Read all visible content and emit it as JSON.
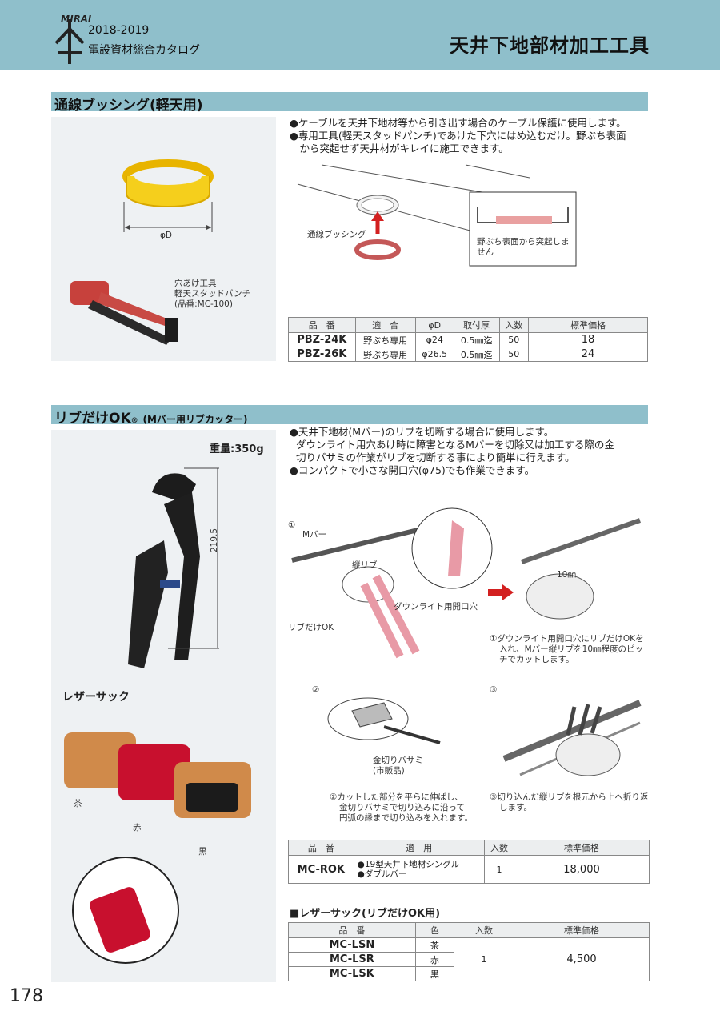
{
  "header": {
    "logo_text": "MIRAI",
    "years": "2018-2019",
    "catalog_name": "電設資材総合カタログ",
    "page_title": "天井下地部材加工工具"
  },
  "section1": {
    "title": "通線ブッシング(軽天用)",
    "dim_label": "φD",
    "tool_caption": [
      "穴あけ工具",
      "軽天スタッドパンチ",
      "(品番:MC-100)"
    ],
    "bullets": [
      "●ケーブルを天井下地材等から引き出す場合のケーブル保護に使用します。",
      "●専用工具(軽天スタッドパンチ)であけた下穴にはめ込むだけ。野ぶち表面",
      "　から突起せず天井材がキレイに施工できます。"
    ],
    "diagram_label": "通線ブッシング",
    "callout": [
      "野ぶち表面から突起しま",
      "せん"
    ],
    "table": {
      "headers": [
        "品　番",
        "適　合",
        "φD",
        "取付厚",
        "入数",
        "標準価格"
      ],
      "rows": [
        [
          "PBZ-24K",
          "野ぶち専用",
          "φ24",
          "0.5㎜迄",
          "50",
          "18"
        ],
        [
          "PBZ-26K",
          "野ぶち専用",
          "φ26.5",
          "0.5㎜迄",
          "50",
          "24"
        ]
      ]
    }
  },
  "section2": {
    "title": "リブだけOK",
    "title_mark": "®",
    "subtitle": "(Mバー用リブカッター)",
    "weight": "重量:350g",
    "dimension": "219.5",
    "bullets": [
      "●天井下地材(Mバー)のリブを切断する場合に使用します。",
      "ダウンライト用穴あけ時に障害となるMバーを切除又は加工する際の金",
      "切りバサミの作業がリブを切断する事により簡単に行えます。",
      "●コンパクトで小さな開口穴(φ75)でも作業できます。"
    ],
    "step1_labels": {
      "num": "①",
      "mbar": "Mバー",
      "rib": "縦リブ",
      "hole": "ダウンライト用開口穴",
      "tool": "リブだけOK",
      "size": "10㎜"
    },
    "step1_text": [
      "①ダウンライト用開口穴にリブだけOKを",
      "入れ、Mバー縦リブを10㎜程度のピッ",
      "チでカットします。"
    ],
    "step2_labels": {
      "num": "②",
      "scissors": [
        "金切りバサミ",
        "(市販品)"
      ]
    },
    "step2_text": [
      "②カットした部分を平らに伸ばし、",
      "金切りバサミで切り込みに沿って",
      "円弧の縁まで切り込みを入れます。"
    ],
    "step3_labels": {
      "num": "③"
    },
    "step3_text": [
      "③切り込んだ縦リブを根元から上へ折り返",
      "します。"
    ],
    "table": {
      "headers": [
        "品　番",
        "適　用",
        "入数",
        "標準価格"
      ],
      "row": {
        "code": "MC-ROK",
        "use": [
          "●19型天井下地材シングル",
          "●ダブルバー"
        ],
        "qty": "1",
        "price": "18,000"
      }
    }
  },
  "leather": {
    "heading": "レザーサック",
    "colors_labels": [
      "茶",
      "赤",
      "黒"
    ],
    "colors_hex": [
      "#d08a4a",
      "#c8102e",
      "#1b1b1b"
    ],
    "table_title": "■レザーサック(リブだけOK用)",
    "table": {
      "headers": [
        "品　番",
        "色",
        "入数",
        "標準価格"
      ],
      "rows": [
        [
          "MC-LSN",
          "茶"
        ],
        [
          "MC-LSR",
          "赤"
        ],
        [
          "MC-LSK",
          "黒"
        ]
      ],
      "qty": "1",
      "price": "4,500"
    }
  },
  "page_number": "178"
}
